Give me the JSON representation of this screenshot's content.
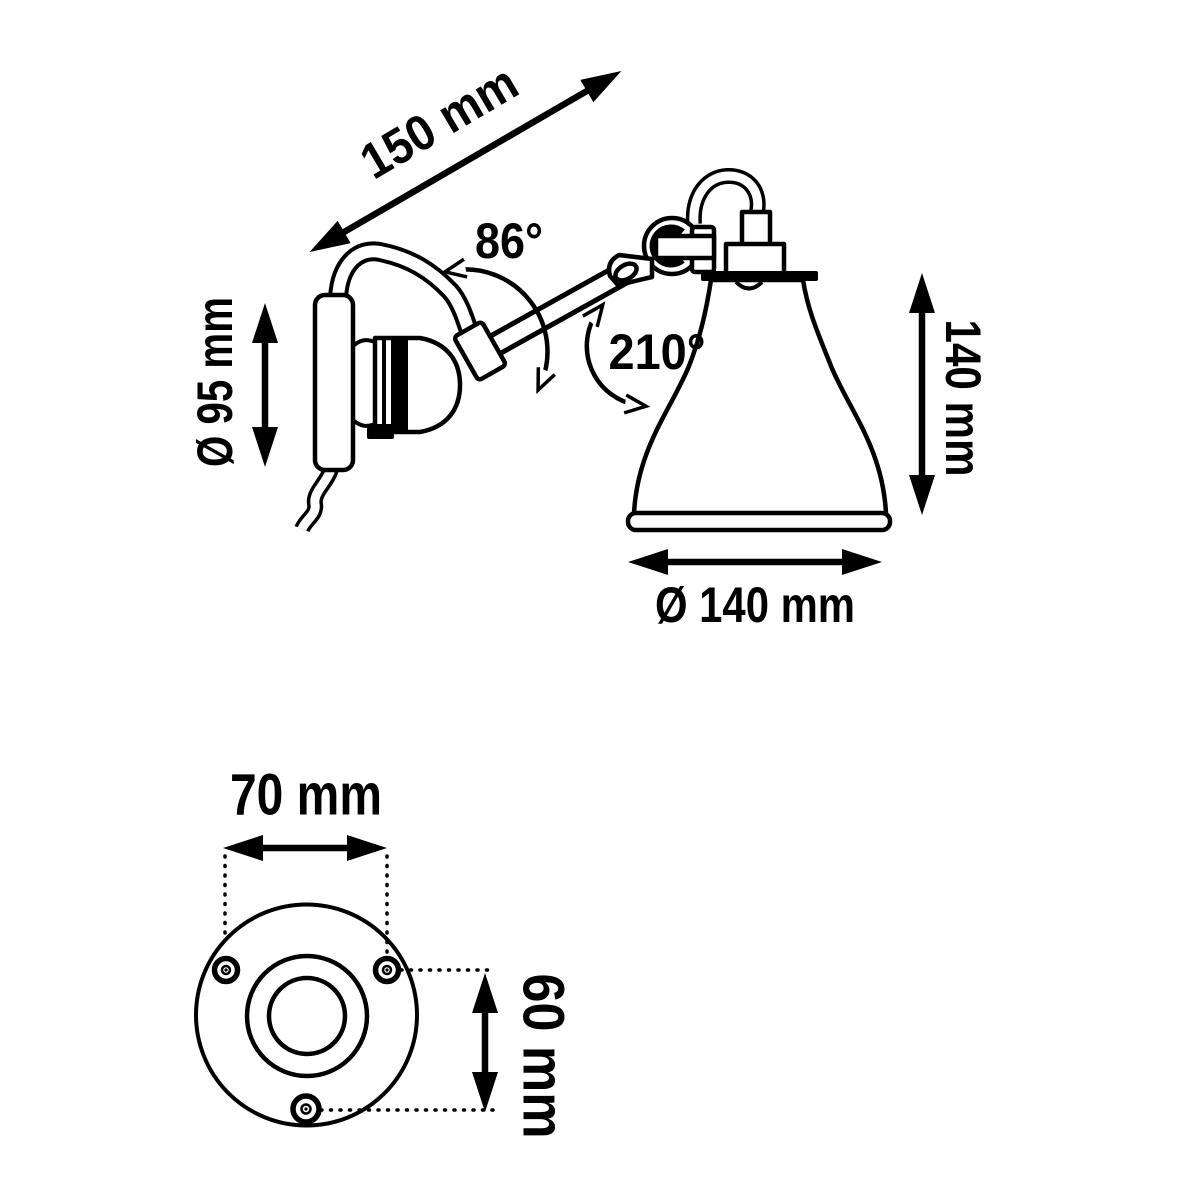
{
  "page": {
    "background": "#ffffff",
    "ink": "#000000"
  },
  "drawing": {
    "side_view": {
      "projection_length_label": "150 mm",
      "swivel_angle_label": "86°",
      "tilt_angle_label": "210°",
      "backplate_height_label": "Ø 95 mm",
      "shade_height_label": "140 mm",
      "shade_diameter_label": "Ø 140 mm"
    },
    "base_view": {
      "screw_spacing_width_label": "70 mm",
      "screw_spacing_height_label": "60 mm"
    }
  }
}
